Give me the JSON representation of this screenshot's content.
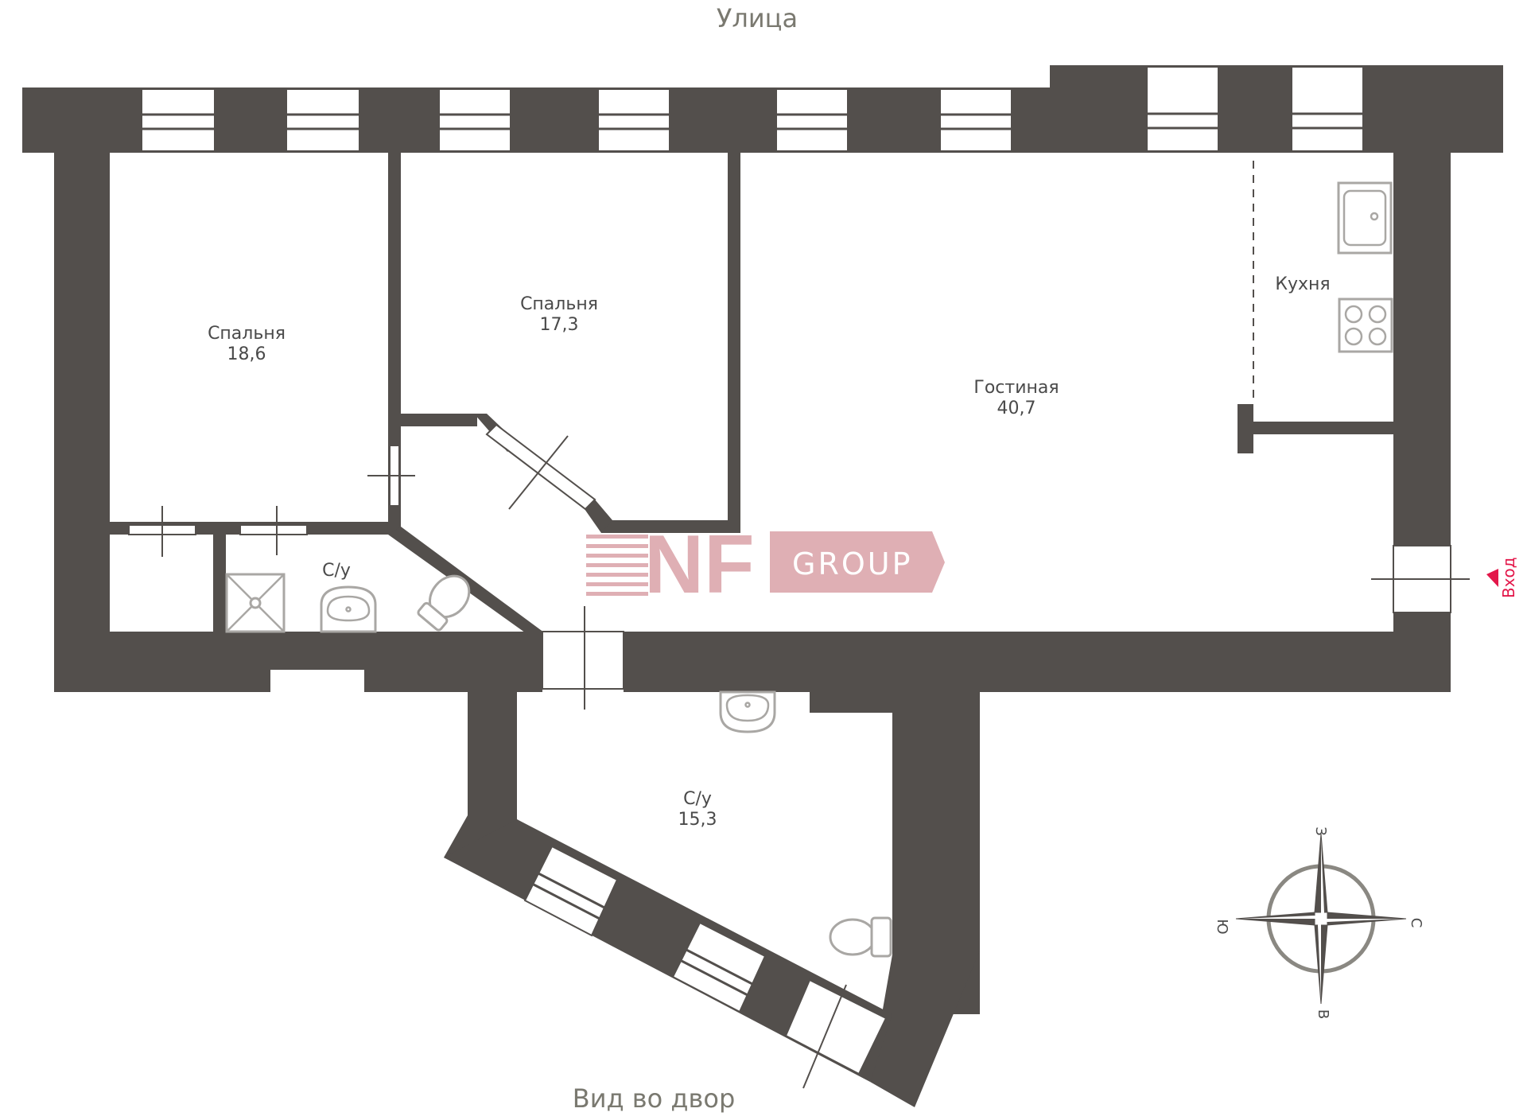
{
  "labels": {
    "street": "Улица",
    "courtyard": "Вид во двор",
    "entrance": "Вход"
  },
  "rooms": [
    {
      "name": "Спальня",
      "area": "18,6"
    },
    {
      "name": "Спальня",
      "area": "17,3"
    },
    {
      "name": "Гостиная",
      "area": "40,7"
    },
    {
      "name": "Кухня",
      "area": ""
    },
    {
      "name": "С/у",
      "area": ""
    },
    {
      "name": "С/у",
      "area": "15,3"
    }
  ],
  "compass": {
    "top": "З",
    "right": "С",
    "bottom": "В",
    "left": "Ю"
  },
  "watermark": {
    "mark": "NF",
    "text": "GROUP",
    "color": "#dfafb4"
  },
  "colors": {
    "wall": "#534f4c",
    "fixture": "#a9a7a4",
    "entrance": "#e3174a",
    "label": "#7a7970"
  }
}
